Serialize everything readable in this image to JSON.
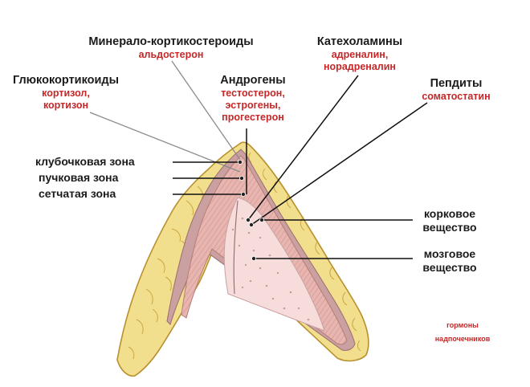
{
  "hormones": {
    "mineralo": {
      "title": "Минерало-кортикостероиды",
      "items": [
        "альдостерон"
      ]
    },
    "catechol": {
      "title": "Катехоламины",
      "items": [
        "адреналин,",
        "норадреналин"
      ]
    },
    "gluco": {
      "title": "Глюкокортикоиды",
      "items": [
        "кортизол,",
        "кортизон"
      ]
    },
    "androgens": {
      "title": "Андрогены",
      "items": [
        "тестостерон,",
        "эстрогены,",
        "прогестерон"
      ]
    },
    "peptides": {
      "title": "Пепдиты",
      "items": [
        "соматостатин"
      ]
    }
  },
  "zones": [
    "клубочковая зона",
    "пучковая зона",
    "сетчатая зона"
  ],
  "regions": {
    "cortex": [
      "корковое",
      "вещество"
    ],
    "medulla": [
      "мозговое",
      "вещество"
    ]
  },
  "caption": [
    "гормоны",
    "надпочечников"
  ],
  "colors": {
    "fat": "#f2df8e",
    "fat_outline": "#b8902e",
    "capsule": "#caa0a0",
    "cortex": "#e9b5b0",
    "cortex_stripes": "#c98f8a",
    "medulla": "#f7dcdc",
    "leader": "#111111",
    "leader_grey": "#8a8a8a",
    "accent_red": "#c62828"
  }
}
